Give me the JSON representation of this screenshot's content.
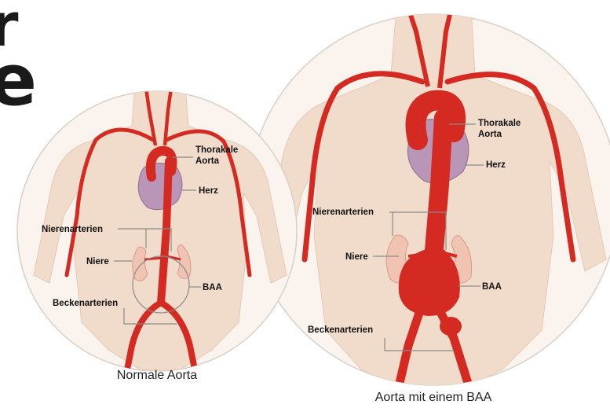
{
  "corner_text": {
    "line1": "r",
    "line2": "e"
  },
  "left_panel": {
    "caption": "Normale Aorta",
    "labels": {
      "thoracic_line1": "Thorakale",
      "thoracic_line2": "Aorta",
      "heart": "Herz",
      "renal": "Nierenarterien",
      "kidney": "Niere",
      "aaa": "BAA",
      "iliac": "Beckenarterien"
    }
  },
  "right_panel": {
    "caption": "Aorta mit einem BAA",
    "labels": {
      "thoracic_line1": "Thorakale",
      "thoracic_line2": "Aorta",
      "heart": "Herz",
      "renal": "Nierenarterien",
      "kidney": "Niere",
      "aaa": "BAA",
      "iliac": "Beckenarterien"
    }
  },
  "colors": {
    "artery": "#d52a22",
    "skin": "#f1dccb",
    "heart": "#b995b8",
    "kidney": "#f0c3b3"
  }
}
